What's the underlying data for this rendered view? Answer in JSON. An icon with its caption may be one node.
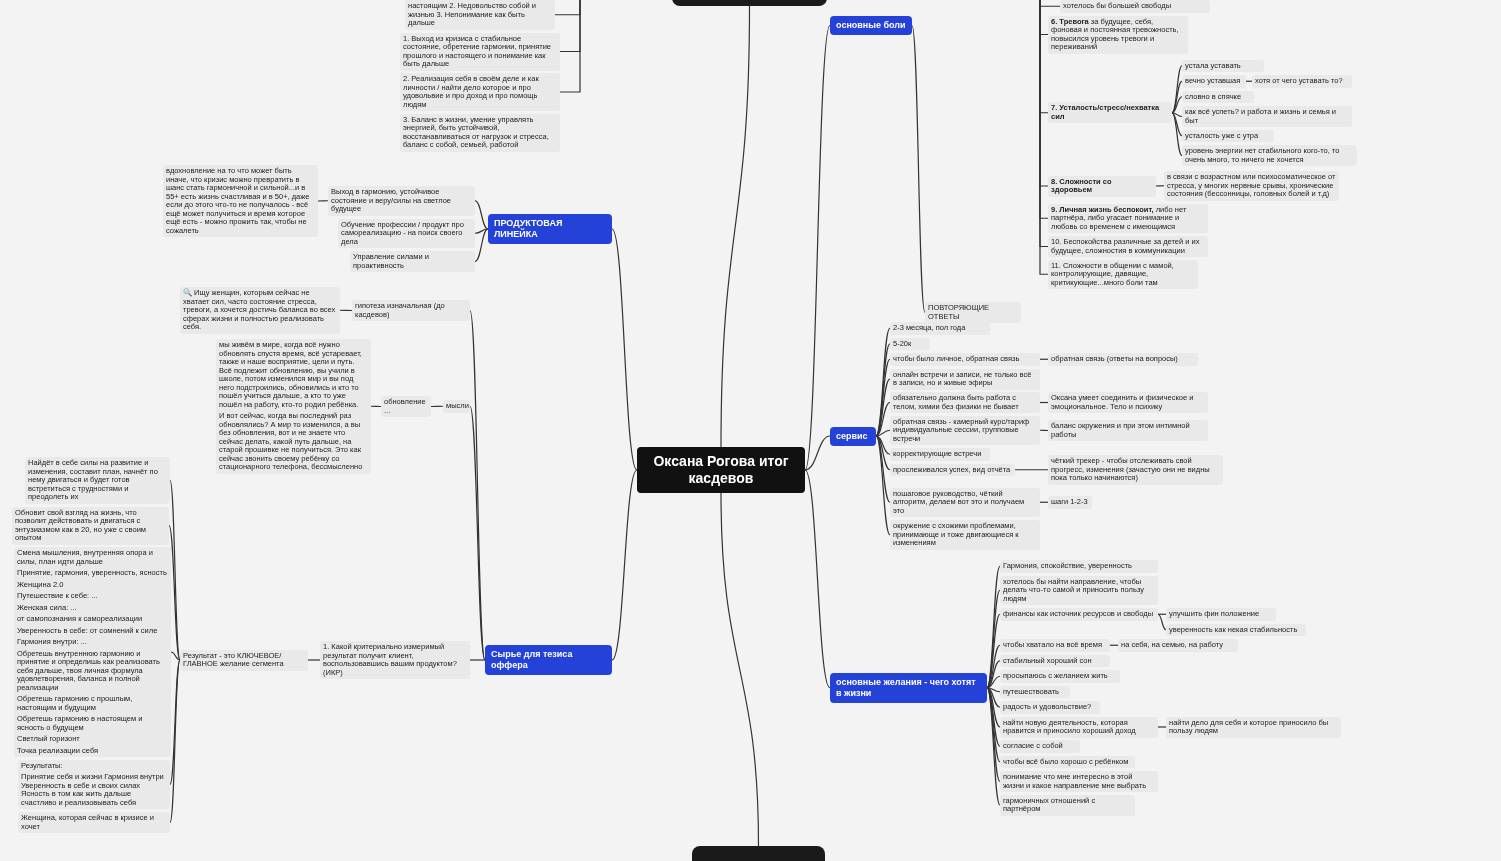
{
  "diagram": {
    "nodes": [
      {
        "text": [
          "Оксана Рогова итог касдевов"
        ]
      },
      {
        "text": [],
        "shape": "box"
      },
      {
        "text": [
          "настоящим 2. Недовольство собой и жизнью 3. Непонимание как быть дальше"
        ]
      },
      {
        "text": [
          "1. Выход из кризиса с стабильное состояние, обретение гармонии, принятие прошлого и настоящего и понимание как быть дальше"
        ]
      },
      {
        "text": [
          "2. Реализация себя в своём деле и как личности / найти дело которое и про удовольвие и про доход и про помощь людям"
        ]
      },
      {
        "text": [
          "3. Баланс в жизни, умение управлять энергией, быть устойчивой, восстанавливаться от нагрузок и стресса, баланс с собой, семьей, работой"
        ]
      },
      {
        "text": [
          "ПРОДУКТОВАЯ ЛИНЕЙКА"
        ]
      },
      {
        "text": [
          "вдохновление на то что может быть иначе, что кризис можно превратить в шанс стать гармоничной и сильной...и в 55+ есть жизнь счастливая и в 50+, даже если до этого что-то не получалось - всё ещё может получиться и время которое ещё есть - можно прожить так, чтобы не сожалеть"
        ]
      },
      {
        "text": [
          "Выход в гармонию, устойчивое состояние и веру/силы на светлое будущее"
        ]
      },
      {
        "text": [
          "Обучение профессии / продукт про самореализацию - на поиск своего дела"
        ]
      },
      {
        "text": [
          "Управление силами и проактивность"
        ]
      },
      {
        "text": [
          "🔍 Ищу женщин, которым сейчас не хватает сил, часто состояние стресса, тревоги, а хочется достичь баланса во всех сферах жизни и полностью реализовать себя."
        ]
      },
      {
        "text": [
          "гипотеза изначальная (до касдевов)"
        ]
      },
      {
        "text": [
          "мы живём в мире, когда всё нужно обновлять спустя время, всё устаревает, также и наше восприятие, цели и путь. Всё подлежит обновлению, вы учили в школе, потом изменился мир и вы под него подстроились, обновились и кто то пошёл учиться дальше, а кто то уже пошёл на работу, кто-то родил ребёнка.",
          "И вот сейчас, когда вы последний раз обновлялись? А мир то изменился, а вы без обновления, вот и не знаете что сейчас делать, какой путь дальше, на старой прошивке не получиться. Это как сейчас звонить своему ребёнку со стационарного телефона, бессмысленно"
        ]
      },
      {
        "text": [
          "обновление ..."
        ]
      },
      {
        "text": [
          "мысли"
        ]
      },
      {
        "text": [
          "Найдёт в себе силы на развитие и изменения, составит план, начнёт по нему двигаться и будет готов встретиться с трудностями и преодолеть их"
        ]
      },
      {
        "text": [
          "Обновит свой взгляд на жизнь, что позволит действовать и двигаться с энтузиазмом как в 20, но уже с своим опытом"
        ]
      },
      {
        "text": [
          "Смена мышления, внутренняя опора и силы, план идти дальше",
          "Принятие, гармония, уверенность, ясность",
          "Женщина 2.0",
          "Путешествие к себе: ...",
          "Женская сила: ...",
          "от самопознания к самореализации",
          "Уверенность в себе: от сомнений к силе",
          "Гармония внутри: ...",
          "Обретешь внутреннюю гармонию и принятие и определишь как реализовать себя дальше, твоя личная формула удовлетворения, баланса и полной реализации",
          "Обретешь гармонию с прошлым, настоящим и будущим",
          "Обретешь гармонию в настоящем и ясность о будущем",
          "Светлый горизонт",
          "Точка реализации себя"
        ]
      },
      {
        "text": [
          "Результаты:",
          "Принятие себя и жизни Гармония внутри Уверенность в себе и своих силах Ясность в том как жить дальше счастливо и реализовывать себя"
        ]
      },
      {
        "text": [
          "Женщина, которая сейчас в кризисе и хочет"
        ]
      },
      {
        "text": [
          "Результат - это КЛЮЧЕВОЕ/ГЛАВНОЕ желание сегмента"
        ]
      },
      {
        "text": [
          "1. Какой критериально измеримый результат получит клиент, воспользовавшись вашим продуктом? (ИКР)"
        ]
      },
      {
        "text": [
          "Сырье для тезиса оффера"
        ]
      },
      {
        "text": [
          "основные боли"
        ]
      },
      {
        "text": [
          "хотелось бы большей свободы"
        ]
      },
      {
        "text": [
          "**6. Тревога** за будущее, себя, фоновая и постоянная тревожность, повысился уровень тревоги и переживаний"
        ]
      },
      {
        "text": [
          "7. Усталость/стресс/нехватка сил"
        ]
      },
      {
        "text": [
          "устала уставать"
        ]
      },
      {
        "text": [
          "вечно уставшая"
        ]
      },
      {
        "text": [
          "хотя от чего уставать то?"
        ]
      },
      {
        "text": [
          "словно в спячке"
        ]
      },
      {
        "text": [
          "как всё успеть? и работа и жизнь и семья и быт"
        ]
      },
      {
        "text": [
          "усталость уже с утра"
        ]
      },
      {
        "text": [
          "уровень энергии нет стабильного кого-то, то очень много, то ничего не хочется"
        ]
      },
      {
        "text": [
          "8. Сложности со здоровьем"
        ]
      },
      {
        "text": [
          "в связи с возрастном или психосоматическое от стресса, у многих нервные срывы, хронические состояния (бессонницы, головных болей и т.д)"
        ]
      },
      {
        "text": [
          "**9. Личная жизнь беспокоит,** либо нет партнёра, либо угасает понимание и любовь со временем с имеющимся"
        ]
      },
      {
        "text": [
          "10. Беспокойства различные за детей и их будущее, сложностия в коммуникации"
        ]
      },
      {
        "text": [
          "11. Сложности в общении с мамой, контролирующие, давящие, критикующие...много боли там"
        ]
      },
      {
        "text": [
          "ПОВТОРЯЮЩИЕ ОТВЕТЫ"
        ]
      },
      {
        "text": [
          "сервис"
        ]
      },
      {
        "text": [
          "2-3 месяца, пол года"
        ]
      },
      {
        "text": [
          "5-20к"
        ]
      },
      {
        "text": [
          "чтобы было личное, обратная связь"
        ]
      },
      {
        "text": [
          "обратная связь (ответы на вопросы)"
        ]
      },
      {
        "text": [
          "онлайн встречи и записи, не только всё в записи, но и живые эфиры"
        ]
      },
      {
        "text": [
          "обязательно должна быть работа с телом, химии без физики не бывает"
        ]
      },
      {
        "text": [
          "Оксана умеет соединить и физическое и эмоциональное. Тело и психику"
        ]
      },
      {
        "text": [
          "обратная связь - камерный курс/тариф индивидуальные сессии, групповые встречи"
        ]
      },
      {
        "text": [
          "баланс окружения и при этом интимной работы"
        ]
      },
      {
        "text": [
          "корректирующие встречи"
        ]
      },
      {
        "text": [
          "прослеживался успех, вид отчёта"
        ]
      },
      {
        "text": [
          "чёткий трекер - чтобы отслеживать свой прогресс, изменения (зачастую они не видны пока только начинаются)"
        ]
      },
      {
        "text": [
          "пошаговое руководство, чёткий алгоритм, делаем вот это и получаем это"
        ]
      },
      {
        "text": [
          "шаги 1-2-3"
        ]
      },
      {
        "text": [
          "окружение с схожими проблемами, принимающе и тоже двигающиеся к изменениям"
        ]
      },
      {
        "text": [
          "основные желания - чего хотят в жизни"
        ]
      },
      {
        "text": [
          "Гармония, спокойствие, уверенность"
        ]
      },
      {
        "text": [
          "хотелось бы найти направление, чтобы делать что-то самой и приносить пользу людям"
        ]
      },
      {
        "text": [
          "финансы как источник ресурсов и свободы"
        ]
      },
      {
        "text": [
          "улучшить фин положение"
        ]
      },
      {
        "text": [
          "уверенность как некая стабильность"
        ]
      },
      {
        "text": [
          "чтобы хватало на всё время"
        ]
      },
      {
        "text": [
          "на себя, на семью, на работу"
        ]
      },
      {
        "text": [
          "стабильный хороший сон"
        ]
      },
      {
        "text": [
          "просыпаюсь с желанием жить"
        ]
      },
      {
        "text": [
          "путешествовать"
        ]
      },
      {
        "text": [
          "радость и удовольствие?"
        ]
      },
      {
        "text": [
          "найти новую деятельность, которая нравится и приносило хороший доход"
        ]
      },
      {
        "text": [
          "найти дело для себя и которое приносило бы пользу людям"
        ]
      },
      {
        "text": [
          "согласие с собой"
        ]
      },
      {
        "text": [
          "чтобы всё было хорошо с ребёнком"
        ]
      },
      {
        "text": [
          "понимание что мне интересно в этой жизни и какое направление мне выбрать"
        ]
      },
      {
        "text": [
          "гармоничных отношений с партнёром"
        ]
      },
      {
        "text": [],
        "shape": "box"
      }
    ],
    "edges": [
      {
        "from": 0,
        "to": 1,
        "arrow": "none"
      },
      {
        "from": null,
        "to": 2,
        "arrow": "none"
      },
      {
        "from": null,
        "to": 3,
        "arrow": "none"
      },
      {
        "from": null,
        "to": 4,
        "arrow": "none"
      },
      {
        "from": 0,
        "to": 6,
        "arrow": "none"
      },
      {
        "from": 6,
        "to": 8,
        "arrow": "none"
      },
      {
        "from": 8,
        "to": 7,
        "arrow": "none"
      },
      {
        "from": 6,
        "to": 9,
        "arrow": "none"
      },
      {
        "from": 6,
        "to": 10,
        "arrow": "none"
      },
      {
        "from": 0,
        "to": 23,
        "arrow": "none"
      },
      {
        "from": 23,
        "to": 12,
        "arrow": "none"
      },
      {
        "from": 12,
        "to": 11,
        "arrow": "none"
      },
      {
        "from": 23,
        "to": 15,
        "arrow": "none"
      },
      {
        "from": 15,
        "to": 14,
        "arrow": "none"
      },
      {
        "from": 14,
        "to": 13,
        "arrow": "none"
      },
      {
        "from": 23,
        "to": 22,
        "arrow": "none"
      },
      {
        "from": 22,
        "to": 21,
        "arrow": "none"
      },
      {
        "from": 21,
        "to": 16,
        "arrow": "none"
      },
      {
        "from": 21,
        "to": 17,
        "arrow": "none"
      },
      {
        "from": 21,
        "to": 18,
        "arrow": "none"
      },
      {
        "from": 21,
        "to": 19,
        "arrow": "none"
      },
      {
        "from": 21,
        "to": 20,
        "arrow": "none"
      },
      {
        "from": 0,
        "to": 24,
        "arrow": "none"
      },
      {
        "from": null,
        "to": 25,
        "arrow": "none"
      },
      {
        "from": null,
        "to": 26,
        "arrow": "none"
      },
      {
        "from": null,
        "to": 27,
        "arrow": "none"
      },
      {
        "from": 27,
        "to": 28,
        "arrow": "none"
      },
      {
        "from": 27,
        "to": 29,
        "arrow": "none"
      },
      {
        "from": 29,
        "to": 30,
        "arrow": "none"
      },
      {
        "from": 27,
        "to": 31,
        "arrow": "none"
      },
      {
        "from": 27,
        "to": 32,
        "arrow": "none"
      },
      {
        "from": 27,
        "to": 33,
        "arrow": "none"
      },
      {
        "from": 27,
        "to": 34,
        "arrow": "none"
      },
      {
        "from": null,
        "to": 35,
        "arrow": "none"
      },
      {
        "from": 35,
        "to": 36,
        "arrow": "none"
      },
      {
        "from": null,
        "to": 37,
        "arrow": "none"
      },
      {
        "from": null,
        "to": 38,
        "arrow": "none"
      },
      {
        "from": null,
        "to": 39,
        "arrow": "none"
      },
      {
        "from": 24,
        "to": 40,
        "arrow": "none"
      },
      {
        "from": 0,
        "to": 41,
        "arrow": "none"
      },
      {
        "from": 41,
        "to": 42,
        "arrow": "none"
      },
      {
        "from": 41,
        "to": 43,
        "arrow": "none"
      },
      {
        "from": 41,
        "to": 44,
        "arrow": "none"
      },
      {
        "from": 44,
        "to": 45,
        "arrow": "none"
      },
      {
        "from": 41,
        "to": 46,
        "arrow": "none"
      },
      {
        "from": 41,
        "to": 47,
        "arrow": "none"
      },
      {
        "from": 47,
        "to": 48,
        "arrow": "none"
      },
      {
        "from": 41,
        "to": 49,
        "arrow": "none"
      },
      {
        "from": 49,
        "to": 50,
        "arrow": "none"
      },
      {
        "from": 41,
        "to": 51,
        "arrow": "none"
      },
      {
        "from": 41,
        "to": 52,
        "arrow": "none"
      },
      {
        "from": 52,
        "to": 53,
        "arrow": "none"
      },
      {
        "from": 41,
        "to": 54,
        "arrow": "none"
      },
      {
        "from": 54,
        "to": 55,
        "arrow": "none"
      },
      {
        "from": 41,
        "to": 56,
        "arrow": "none"
      },
      {
        "from": 0,
        "to": 57,
        "arrow": "none"
      },
      {
        "from": 57,
        "to": 58,
        "arrow": "none"
      },
      {
        "from": 57,
        "to": 59,
        "arrow": "none"
      },
      {
        "from": 57,
        "to": 60,
        "arrow": "none"
      },
      {
        "from": 60,
        "to": 61,
        "arrow": "none"
      },
      {
        "from": 60,
        "to": 62,
        "arrow": "none"
      },
      {
        "from": 57,
        "to": 63,
        "arrow": "none"
      },
      {
        "from": 63,
        "to": 64,
        "arrow": "none"
      },
      {
        "from": 57,
        "to": 65,
        "arrow": "none"
      },
      {
        "from": 57,
        "to": 66,
        "arrow": "none"
      },
      {
        "from": 57,
        "to": 67,
        "arrow": "none"
      },
      {
        "from": 57,
        "to": 68,
        "arrow": "none"
      },
      {
        "from": 57,
        "to": 69,
        "arrow": "none"
      },
      {
        "from": 69,
        "to": 70,
        "arrow": "none"
      },
      {
        "from": 57,
        "to": 71,
        "arrow": "none"
      },
      {
        "from": 57,
        "to": 72,
        "arrow": "none"
      },
      {
        "from": 57,
        "to": 73,
        "arrow": "none"
      },
      {
        "from": 57,
        "to": 74,
        "arrow": "none"
      },
      {
        "from": 0,
        "to": 75,
        "arrow": "none"
      }
    ]
  }
}
